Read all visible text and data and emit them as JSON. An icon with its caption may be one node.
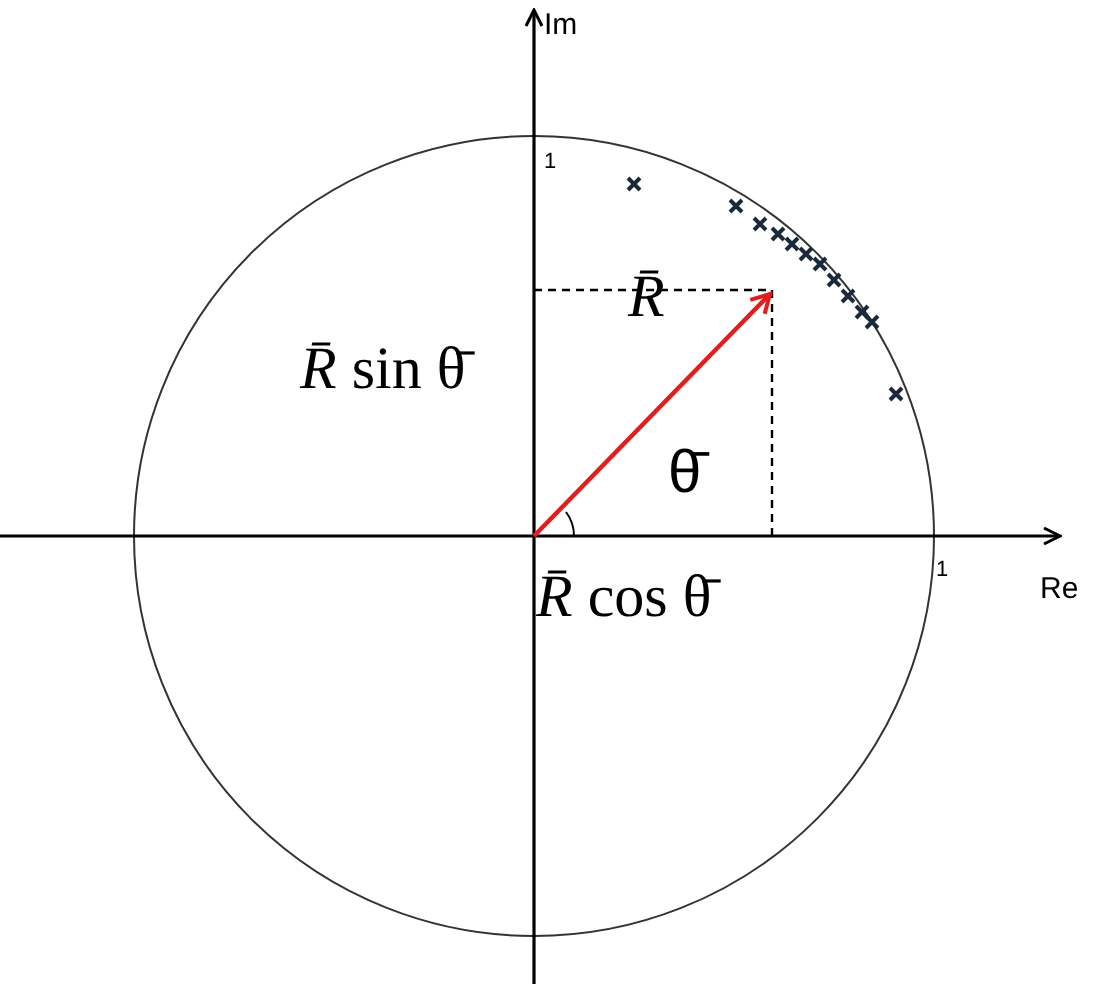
{
  "diagram": {
    "labels": [
      "Im",
      "1",
      "*R̄*",
      "*R̄* sin θ̄",
      "θ̄",
      "1",
      "Re",
      "*R̄* cos θ̄"
    ]
  }
}
